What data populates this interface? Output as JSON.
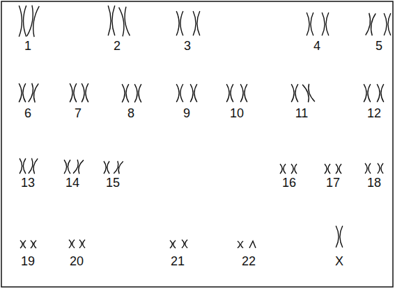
{
  "diagram": {
    "labels": [
      "1",
      "2",
      "3",
      "4",
      "5",
      "6",
      "7",
      "8",
      "9",
      "10",
      "11",
      "12",
      "13",
      "14",
      "15",
      "16",
      "17",
      "18",
      "19",
      "20",
      "21",
      "22",
      "X"
    ]
  }
}
